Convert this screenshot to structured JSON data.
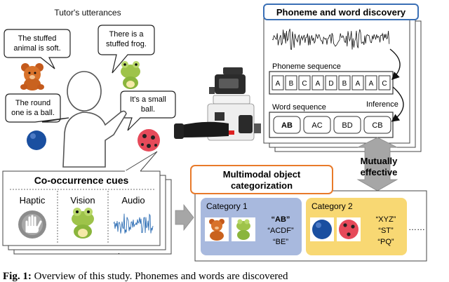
{
  "tutor": {
    "title": "Tutor's utterances",
    "bubble_stuffed_animal": [
      "The stuffed",
      "animal is soft."
    ],
    "bubble_stuffed_frog": [
      "There is a",
      "stuffed frog."
    ],
    "bubble_round_ball": [
      "The round",
      "one is a ball."
    ],
    "bubble_small_ball": [
      "It's a small",
      "ball."
    ]
  },
  "discovery": {
    "title": "Phoneme and word discovery",
    "phoneme_label": "Phoneme sequence",
    "phonemes": [
      "A",
      "B",
      "C",
      "A",
      "D",
      "B",
      "A",
      "A",
      "C"
    ],
    "word_label": "Word sequence",
    "inference_label": "Inference",
    "words": [
      "AB",
      "AC",
      "BD",
      "CB"
    ]
  },
  "mutual": {
    "line1": "Mutually",
    "line2": "effective"
  },
  "cues": {
    "title": "Co-occurrence cues",
    "haptic": "Haptic",
    "vision": "Vision",
    "audio": "Audio"
  },
  "categorization": {
    "title_line1": "Multimodal object",
    "title_line2": "categorization",
    "category1": {
      "label": "Category 1",
      "words": [
        "“AB”",
        "“ACDF”",
        "“BE”"
      ]
    },
    "category2": {
      "label": "Category 2",
      "words": [
        "“XYZ”",
        "“ST”",
        "“PQ”"
      ]
    },
    "ellipsis": "……"
  },
  "caption": {
    "prefix": "Fig. 1:",
    "text": " Overview of this study. Phonemes and words are discovered"
  },
  "colors": {
    "discovery_border": "#3a6fb5",
    "categorization_border": "#e87a2a",
    "category1_fill": "#a8b9de",
    "category2_fill": "#f8d873",
    "arrow_gray": "#a6a6a6",
    "waveform": "#111111",
    "audio_wave": "#2f6fb5"
  }
}
